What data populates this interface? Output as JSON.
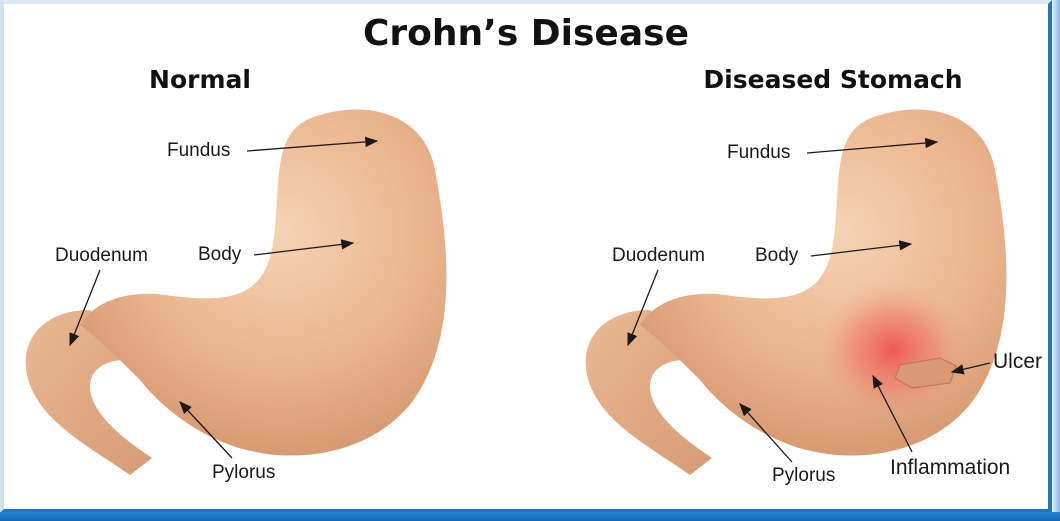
{
  "title": "Crohn’s Disease",
  "panels": {
    "normal": {
      "heading": "Normal",
      "labels": {
        "fundus": "Fundus",
        "body": "Body",
        "duodenum": "Duodenum",
        "pylorus": "Pylorus"
      }
    },
    "diseased": {
      "heading": "Diseased Stomach",
      "labels": {
        "fundus": "Fundus",
        "body": "Body",
        "duodenum": "Duodenum",
        "pylorus": "Pylorus",
        "ulcer": "Ulcer",
        "inflammation": "Inflammation"
      }
    }
  },
  "colors": {
    "stomach_light": "#f2c9a6",
    "stomach_base": "#e6ad84",
    "stomach_shadow": "#cf9068",
    "inflammation": "#f25a5a",
    "ulcer": "#d9916b",
    "frame_accent": "#1f74c4"
  }
}
